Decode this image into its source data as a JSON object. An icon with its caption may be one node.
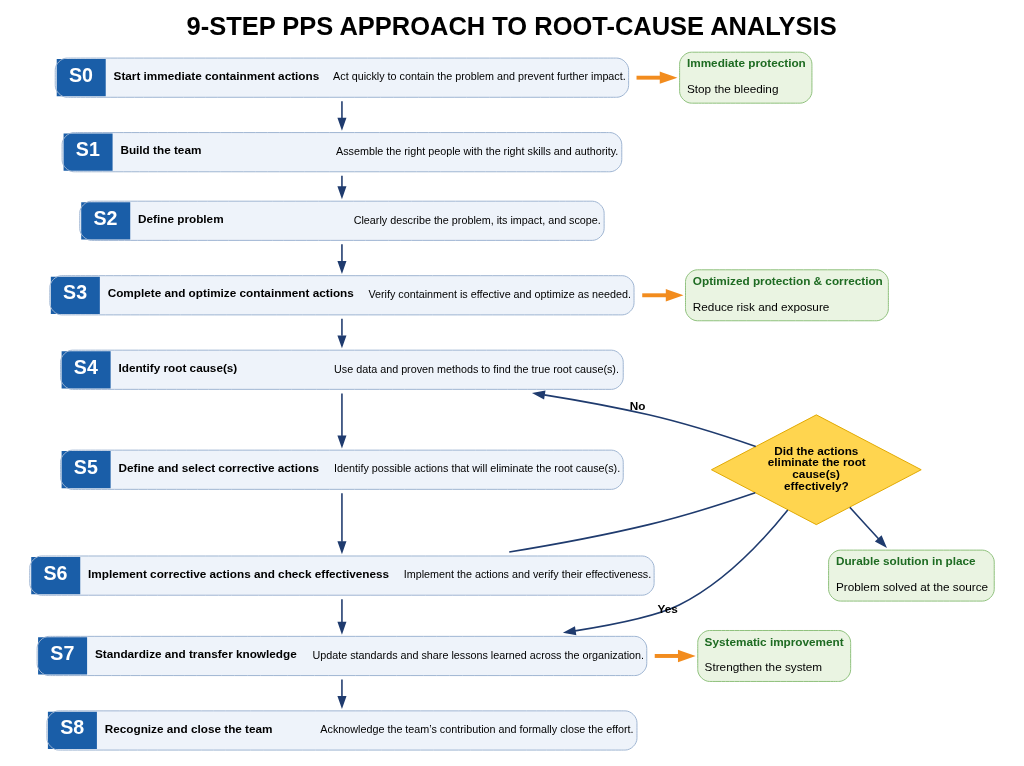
{
  "diagram": {
    "title": "9-STEP PPS APPROACH TO ROOT-CAUSE ANALYSIS",
    "nodes": [
      {
        "text": [
          "S0",
          "Start immediate containment actions",
          "Act quickly to contain the problem and prevent further impact."
        ]
      },
      {
        "text": [
          "S1",
          "Build the team",
          "Assemble the right people with the right skills and authority."
        ]
      },
      {
        "text": [
          "S2",
          "Define problem",
          "Clearly describe the problem, its impact, and scope."
        ]
      },
      {
        "text": [
          "S3",
          "Complete and optimize containment actions",
          "Verify containment is effective and optimize as needed."
        ]
      },
      {
        "text": [
          "S4",
          "Identify root cause(s)",
          "Use data and proven methods to find the true root cause(s)."
        ]
      },
      {
        "text": [
          "S5",
          "Define and select corrective actions",
          "Identify possible actions that will eliminate the root cause(s)."
        ]
      },
      {
        "text": [
          "S6",
          "Implement corrective actions and check effectiveness",
          "Implement the actions and verify their effectiveness."
        ]
      },
      {
        "text": [
          "S7",
          "Standardize and transfer knowledge",
          "Update standards and share lessons learned across the organization."
        ]
      },
      {
        "text": [
          "S8",
          "Recognize and close the team",
          "Acknowledge the team’s contribution and formally close the effort."
        ]
      },
      {
        "text": [
          "Did the actions eliminate the root cause(s) effectively?"
        ]
      },
      {
        "text": [
          "Immediate protection",
          "Stop the bleeding"
        ]
      },
      {
        "text": [
          "Optimized protection & correction",
          "Reduce risk and exposure"
        ]
      },
      {
        "text": [
          "Durable solution in place",
          "Problem solved at the source"
        ]
      },
      {
        "text": [
          "Systematic improvement",
          "Strengthen the system"
        ]
      }
    ],
    "edges": [
      {
        "from": 0,
        "to": 1,
        "arrow": "to"
      },
      {
        "from": 1,
        "to": 2,
        "arrow": "to"
      },
      {
        "from": 2,
        "to": 3,
        "arrow": "to"
      },
      {
        "from": 3,
        "to": 4,
        "arrow": "to"
      },
      {
        "from": 4,
        "to": 5,
        "arrow": "to"
      },
      {
        "from": 5,
        "to": 6,
        "arrow": "to"
      },
      {
        "from": 6,
        "to": 7,
        "arrow": "to"
      },
      {
        "from": 7,
        "to": 8,
        "arrow": "to"
      },
      {
        "from": 6,
        "to": 9,
        "arrow": "none"
      },
      {
        "from": 9,
        "to": 4,
        "arrow": "to",
        "label": "No"
      },
      {
        "from": 9,
        "to": 12,
        "arrow": "to"
      },
      {
        "from": 9,
        "to": 7,
        "arrow": "to",
        "label": "Yes"
      },
      {
        "from": 0,
        "to": 10,
        "arrow": "to",
        "style": "thick",
        "color": "#f28c1e"
      },
      {
        "from": 3,
        "to": 11,
        "arrow": "to",
        "style": "thick",
        "color": "#f28c1e"
      },
      {
        "from": 7,
        "to": 13,
        "arrow": "to",
        "style": "thick",
        "color": "#f28c1e"
      }
    ]
  }
}
